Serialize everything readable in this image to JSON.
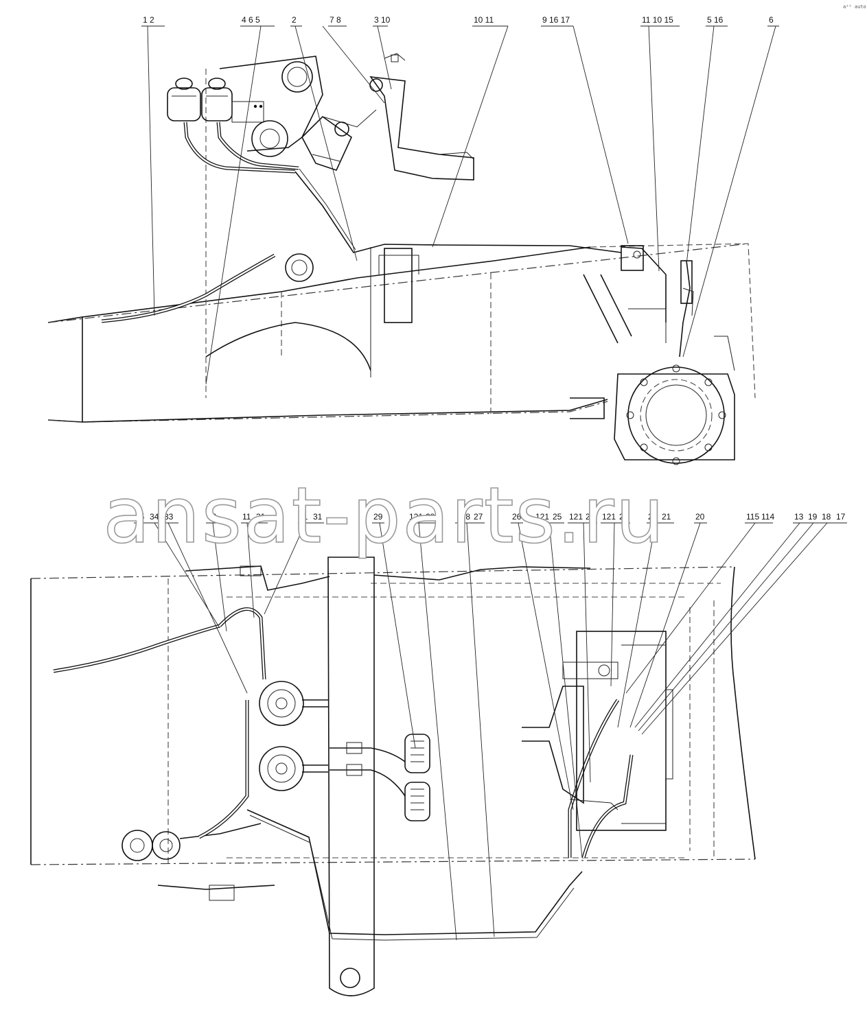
{
  "watermark": "ansat-parts.ru",
  "corner_mark": "a²² auto",
  "top_view": {
    "callouts": [
      {
        "label": "1 2"
      },
      {
        "label": "4 6 5"
      },
      {
        "label": "2"
      },
      {
        "label": "7 8"
      },
      {
        "label": "3 10"
      },
      {
        "label": "10 11"
      },
      {
        "label": "9 16 17"
      },
      {
        "label": "11 10 15"
      },
      {
        "label": "5 16"
      },
      {
        "label": "6"
      }
    ]
  },
  "bottom_view": {
    "callouts": [
      {
        "label": "35"
      },
      {
        "label": "34"
      },
      {
        "label": "33"
      },
      {
        "label": "32"
      },
      {
        "label": "11"
      },
      {
        "label": "31"
      },
      {
        "label": "11"
      },
      {
        "label": "31"
      },
      {
        "label": "29"
      },
      {
        "label": "121"
      },
      {
        "label": "28"
      },
      {
        "label": "128"
      },
      {
        "label": "27"
      },
      {
        "label": "26"
      },
      {
        "label": "121"
      },
      {
        "label": "25"
      },
      {
        "label": "121"
      },
      {
        "label": "24"
      },
      {
        "label": "121"
      },
      {
        "label": "23"
      },
      {
        "label": "22"
      },
      {
        "label": "21"
      },
      {
        "label": "20"
      },
      {
        "label": "115"
      },
      {
        "label": "114"
      },
      {
        "label": "13"
      },
      {
        "label": "19"
      },
      {
        "label": "18"
      },
      {
        "label": "17"
      }
    ]
  }
}
